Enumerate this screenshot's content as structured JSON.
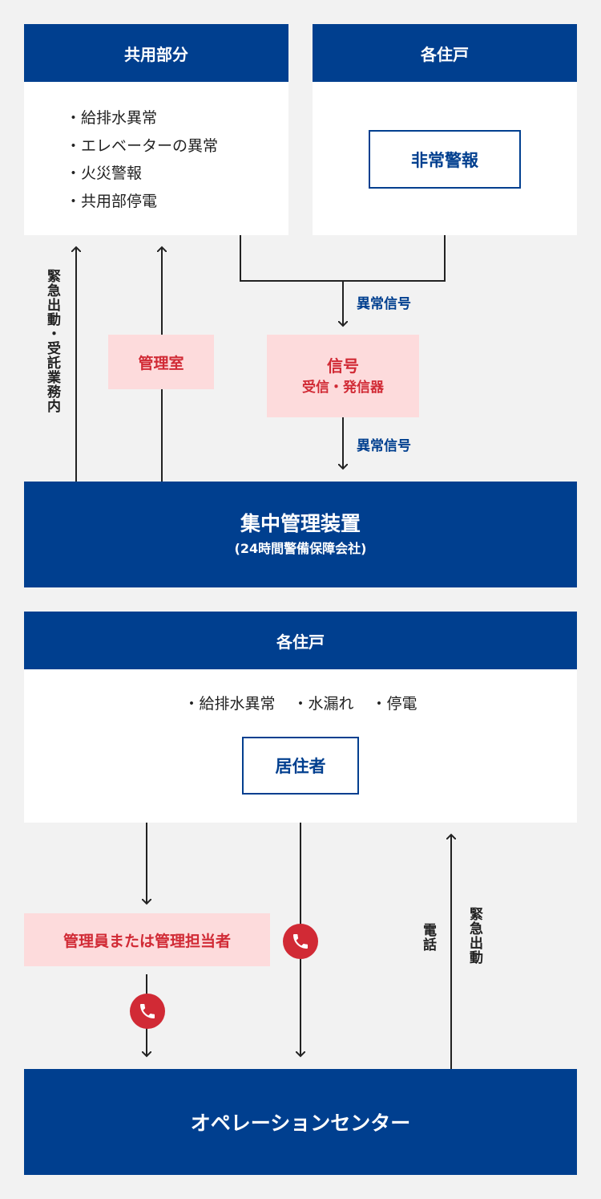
{
  "top": {
    "common": {
      "header": "共用部分",
      "items": [
        "給排水異常",
        "エレベーターの異常",
        "火災警報",
        "共用部停電"
      ]
    },
    "units": {
      "header": "各住戸",
      "box_label": "非常警報"
    },
    "left_label": "緊急出動・受託業務内",
    "management_room": "管理室",
    "signal_label_1": "異常信号",
    "signal_device": {
      "line1": "信号",
      "line2": "受信・発信器"
    },
    "signal_label_2": "異常信号",
    "central": {
      "title": "集中管理装置",
      "subtitle": "(24時間警備保障会社)"
    }
  },
  "bottom": {
    "units": {
      "header": "各住戸",
      "items": [
        "給排水異常",
        "水漏れ",
        "停電"
      ],
      "box_label": "居住者"
    },
    "manager_box": "管理員または管理担当者",
    "phone_label": "電話",
    "dispatch_label": "緊急出動",
    "operation_center": "オペレーションセンター"
  },
  "colors": {
    "navy": "#003f8f",
    "red": "#d12a35",
    "pink": "#fddbdc",
    "background": "#f2f2f2"
  },
  "icons": [
    "phone-icon"
  ]
}
